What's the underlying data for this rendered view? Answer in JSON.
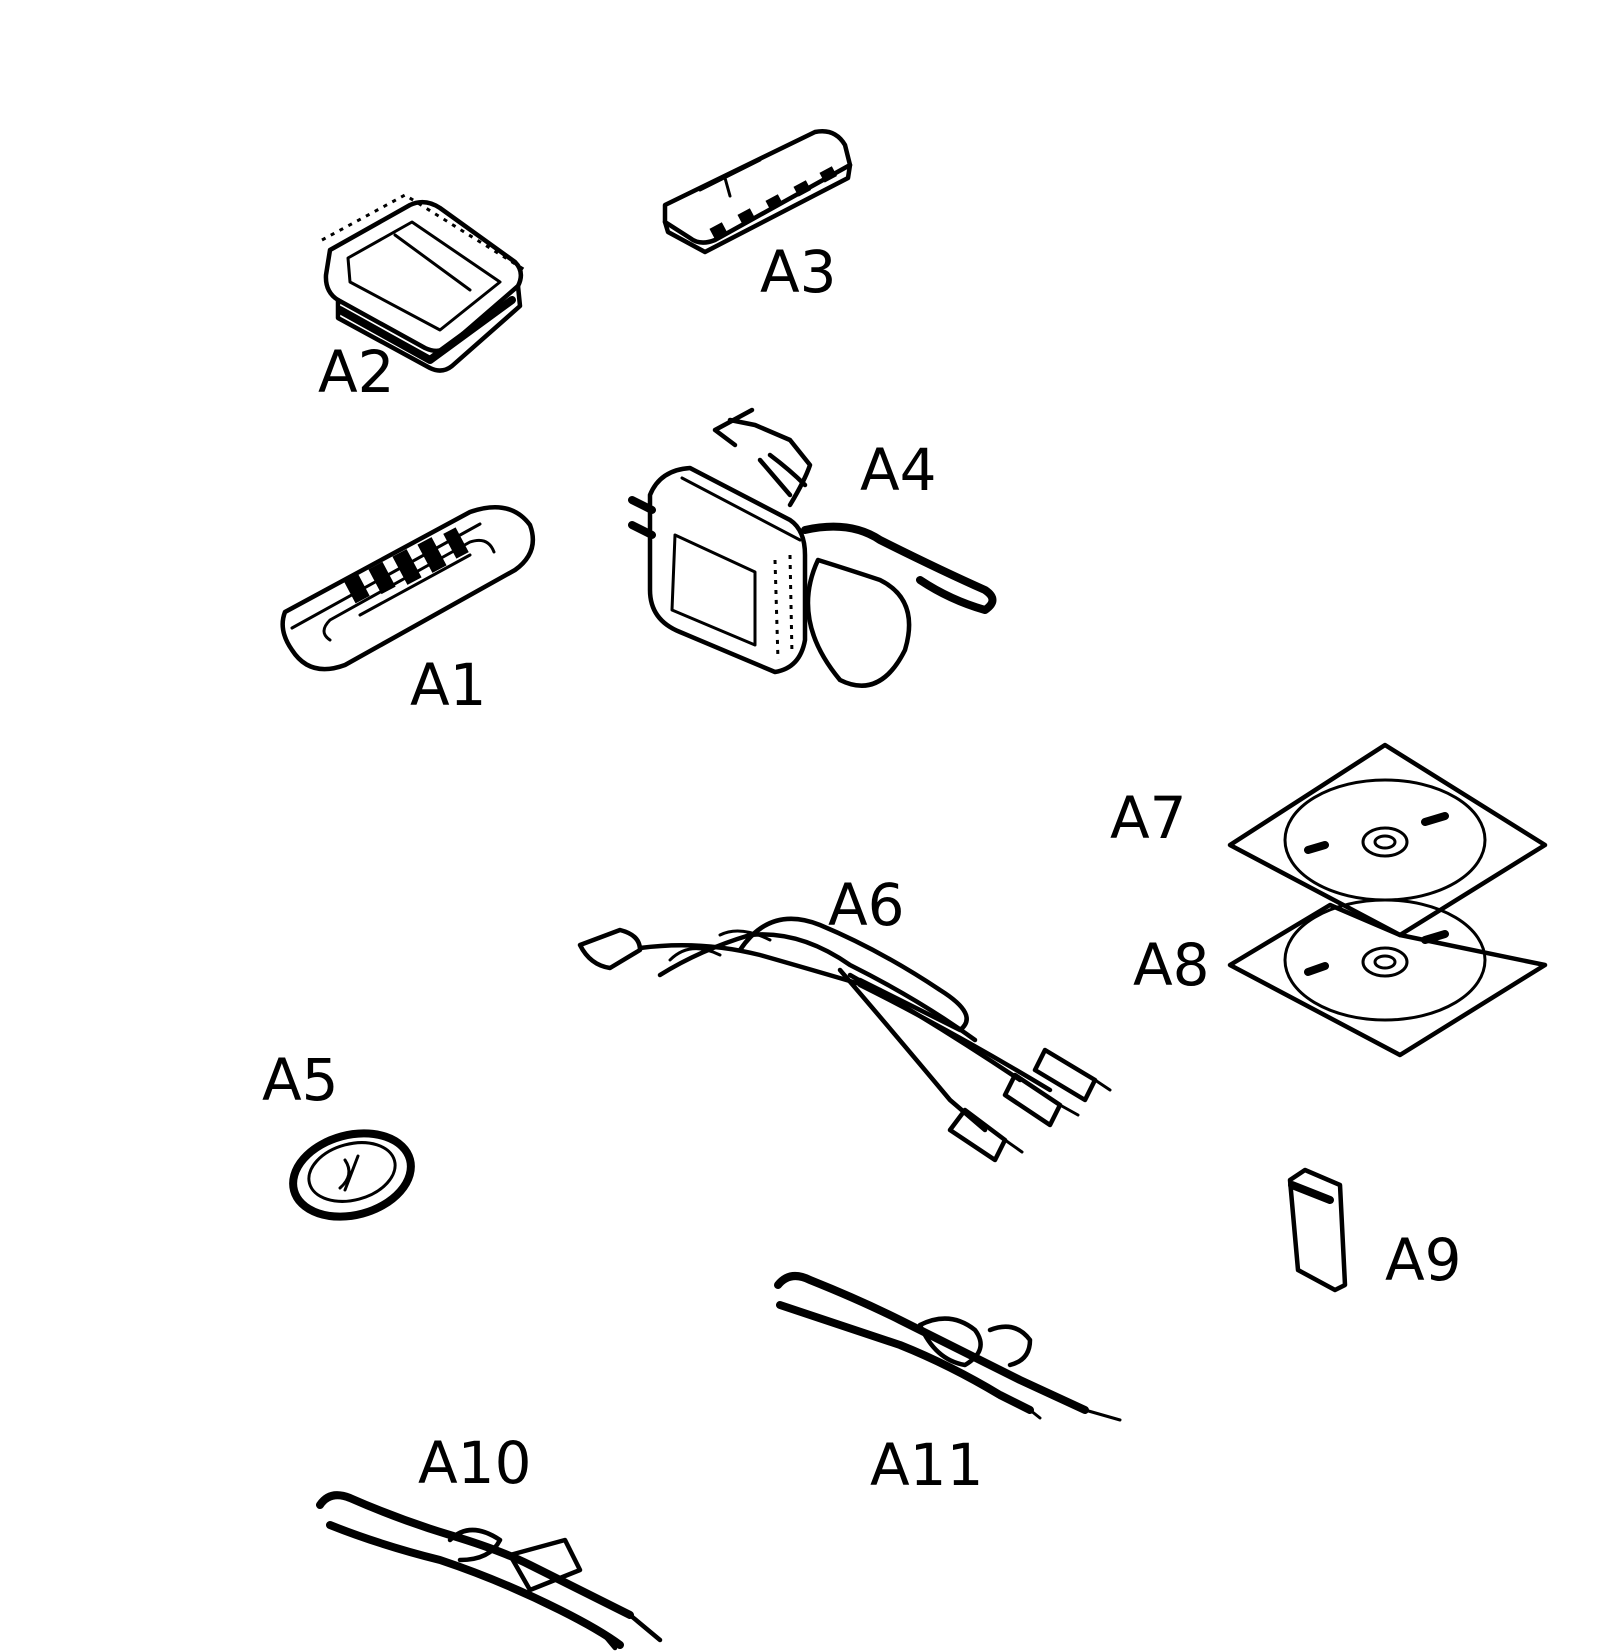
{
  "parts": [
    {
      "id": "A1",
      "label": "A1",
      "icon": "remote-control-icon"
    },
    {
      "id": "A2",
      "label": "A2",
      "icon": "battery-pack-icon"
    },
    {
      "id": "A3",
      "label": "A3",
      "icon": "battery-charger-icon"
    },
    {
      "id": "A4",
      "label": "A4",
      "icon": "ac-adapter-icon"
    },
    {
      "id": "A5",
      "label": "A5",
      "icon": "coin-battery-icon"
    },
    {
      "id": "A6",
      "label": "A6",
      "icon": "av-cable-icon"
    },
    {
      "id": "A7",
      "label": "A7",
      "icon": "cd-rom-icon"
    },
    {
      "id": "A8",
      "label": "A8",
      "icon": "cd-rom-icon"
    },
    {
      "id": "A9",
      "label": "A9",
      "icon": "memory-card-icon"
    },
    {
      "id": "A10",
      "label": "A10",
      "icon": "usb-cable-icon"
    },
    {
      "id": "A11",
      "label": "A11",
      "icon": "audio-cable-icon"
    }
  ],
  "colors": {
    "ink": "#000000",
    "paper": "#ffffff"
  }
}
